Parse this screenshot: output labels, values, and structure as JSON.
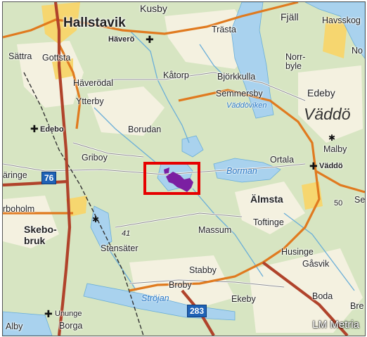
{
  "map": {
    "credit": "LM Metria",
    "route_shields": [
      "76",
      "283"
    ],
    "colors": {
      "forest": "#d7e5c2",
      "open_land": "#f4f1e0",
      "water": "#a9d2ee",
      "main_road": "#e07a1f",
      "highway": "#b0432b",
      "highlight": "#e60000",
      "area_of_interest": "#7b1fa2"
    },
    "place_labels": {
      "hallstavik": "Hallstavik",
      "kusby": "Kusby",
      "fjall": "Fjäll",
      "havsskog": "Havsskog",
      "trasta": "Trästa",
      "havero": "Häverö",
      "sattra": "Sättra",
      "gottsta": "Gottsta",
      "norrbyle": "Norr-\nbyle",
      "no": "No",
      "haverodal": "Häverödal",
      "katorp": "Kåtorp",
      "bjorkkulla": "Björkkulla",
      "edeby_e": "Edeby",
      "ytterby": "Ytterby",
      "semmersby": "Semmersby",
      "vaddoviken": "Väddöviken",
      "vaddo_island": "Väddö",
      "edebo": "Edebo",
      "borudan": "Borudan",
      "malby": "Malby",
      "griboy": "Griboy",
      "ortala": "Ortala",
      "vaddo_small": "Väddö",
      "aringe": "äringe",
      "borman": "Borman",
      "almsta": "Älmsta",
      "se": "Se",
      "rboholm": "rboholm",
      "skebobruk": "Skebo-\nbruk",
      "toftinge": "Toftinge",
      "massum": "Massum",
      "stensater": "Stensäter",
      "husinge": "Husinge",
      "gasvik": "Gåsvik",
      "stabby": "Stabby",
      "broby": "Broby",
      "bodal": "Boda",
      "strojan": "Ströjan",
      "ekeby": "Ekeby",
      "bre": "Bre",
      "unnunge": "Ununge",
      "alby": "Alby",
      "borga": "Borga",
      "num41": "41",
      "num50": "50"
    }
  }
}
